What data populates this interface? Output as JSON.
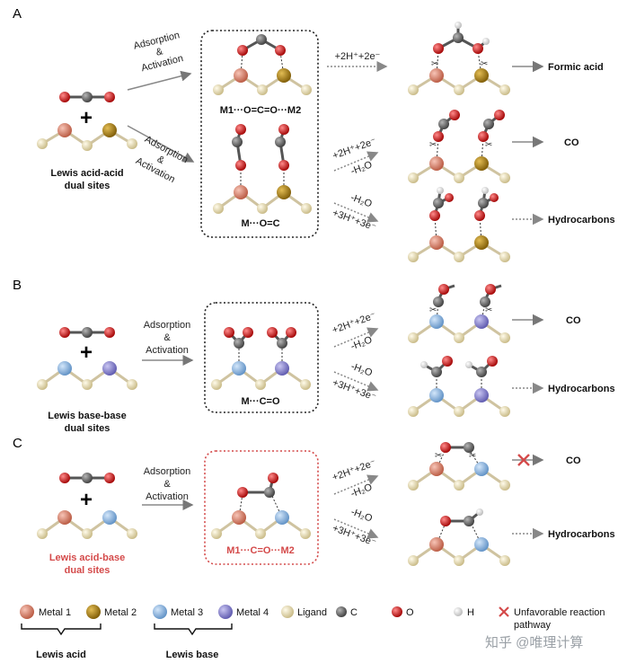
{
  "panels": {
    "A": {
      "letter": "A",
      "site_label": [
        "Lewis acid-acid",
        "dual sites"
      ],
      "adsorption_label": [
        "Adsorption",
        "&",
        "Activation"
      ],
      "config_top": "M1···O=C=O···M2",
      "config_bottom": "M···O=C",
      "step_2h": "+2H⁺+2e⁻",
      "step_2h_h2o": [
        "+2H⁺+2e⁻",
        "-H₂O"
      ],
      "step_3h_h2o": [
        "-H₂O",
        "+3H⁺+3e⁻"
      ],
      "products": [
        "Formic acid",
        "CO",
        "Hydrocarbons"
      ]
    },
    "B": {
      "letter": "B",
      "site_label": [
        "Lewis base-base",
        "dual sites"
      ],
      "adsorption_label": [
        "Adsorption",
        "&",
        "Activation"
      ],
      "config": "M···C=O",
      "step_2h_h2o": [
        "+2H⁺+2e⁻",
        "-H₂O"
      ],
      "step_3h_h2o": [
        "-H₂O",
        "+3H⁺+3e⁻"
      ],
      "products": [
        "CO",
        "Hydrocarbons"
      ]
    },
    "C": {
      "letter": "C",
      "site_label": [
        "Lewis acid-base",
        "dual sites"
      ],
      "adsorption_label": [
        "Adsorption",
        "&",
        "Activation"
      ],
      "config": "M1···C=O···M2",
      "step_2h_h2o": [
        "+2H⁺+2e⁻",
        "-H₂O"
      ],
      "step_3h_h2o": [
        "-H₂O",
        "+3H⁺+3e⁻"
      ],
      "products": [
        "CO",
        "Hydrocarbons"
      ]
    }
  },
  "legend": {
    "items": [
      "Metal 1",
      "Metal 2",
      "Metal 3",
      "Metal 4",
      "Ligand",
      "C",
      "O",
      "H"
    ],
    "unfavorable": [
      "Unfavorable reaction",
      "pathway"
    ],
    "groups": [
      "Lewis acid",
      "Lewis base"
    ]
  },
  "watermark": "知乎 @唯理计算",
  "colors": {
    "metal1": "#d9806a",
    "metal2": "#b8860b",
    "metal3": "#8fb6e0",
    "metal4": "#8e8ad4",
    "ligand": "#e7dcb2",
    "carbon": "#6d6d6d",
    "oxygen": "#d01414",
    "hydrogen": "#f2f2f2",
    "accent_red": "#d44a4a"
  }
}
